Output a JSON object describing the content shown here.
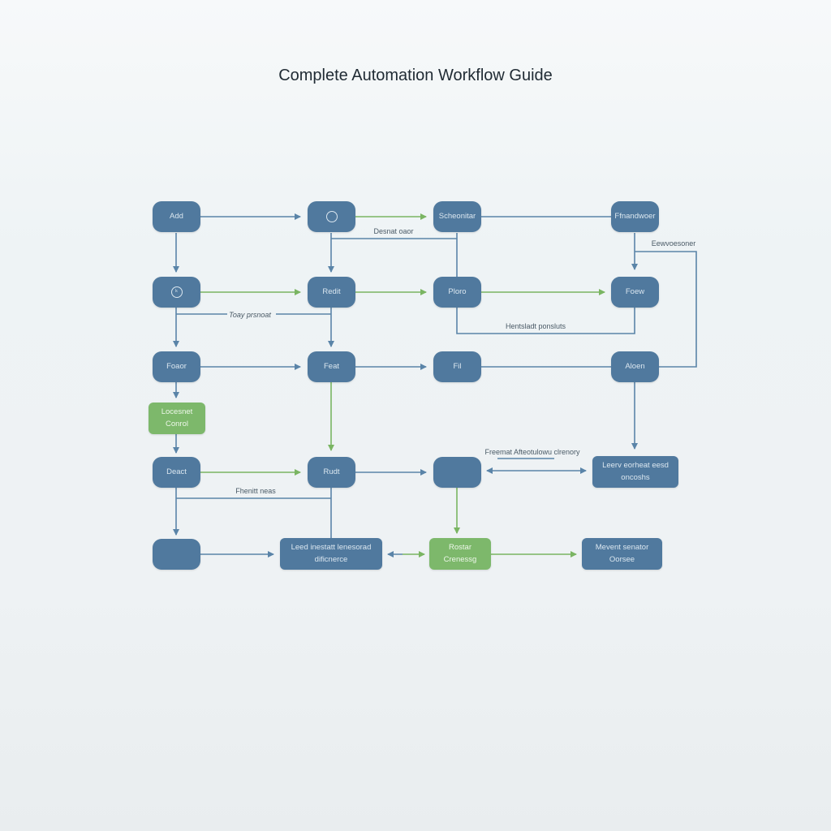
{
  "title": "Complete Automation Workflow Guide",
  "colors": {
    "node_blue": "#50799e",
    "node_green": "#7db86b",
    "line_blue": "#5a84a8",
    "line_green": "#7ab562"
  },
  "nodes": {
    "add": "Add",
    "scheonitar": "Scheonitar",
    "ffnandwoer": "Ffnandwoer",
    "redit": "Redit",
    "ploro": "Ploro",
    "foew": "Foew",
    "foaor": "Foaor",
    "feat": "Feat",
    "fil": "Fil",
    "aloen": "Aloen",
    "locesnet": "Locesnet Conrol",
    "deact": "Deact",
    "rudt": "Rudt",
    "leerv": "Leerv eorheat eesd oncoshs",
    "leed": "Leed inestatt lenesorad dificnerce",
    "rostar": "Rostar Crenessg",
    "mevent": "Mevent senator Oorsee"
  },
  "icons": {
    "row1_col2": "circle-icon",
    "row2_col1": "clock-icon"
  },
  "edge_labels": {
    "desnat": "Desnat oaor",
    "toay": "Toay prsnoat",
    "hentsladt": "Hentsladt ponsluts",
    "eewvoesoner": "Eewvoesoner",
    "fhenitt": "Fhenitt neas",
    "freemat": "Freemat Afteotulowu clrenory"
  }
}
